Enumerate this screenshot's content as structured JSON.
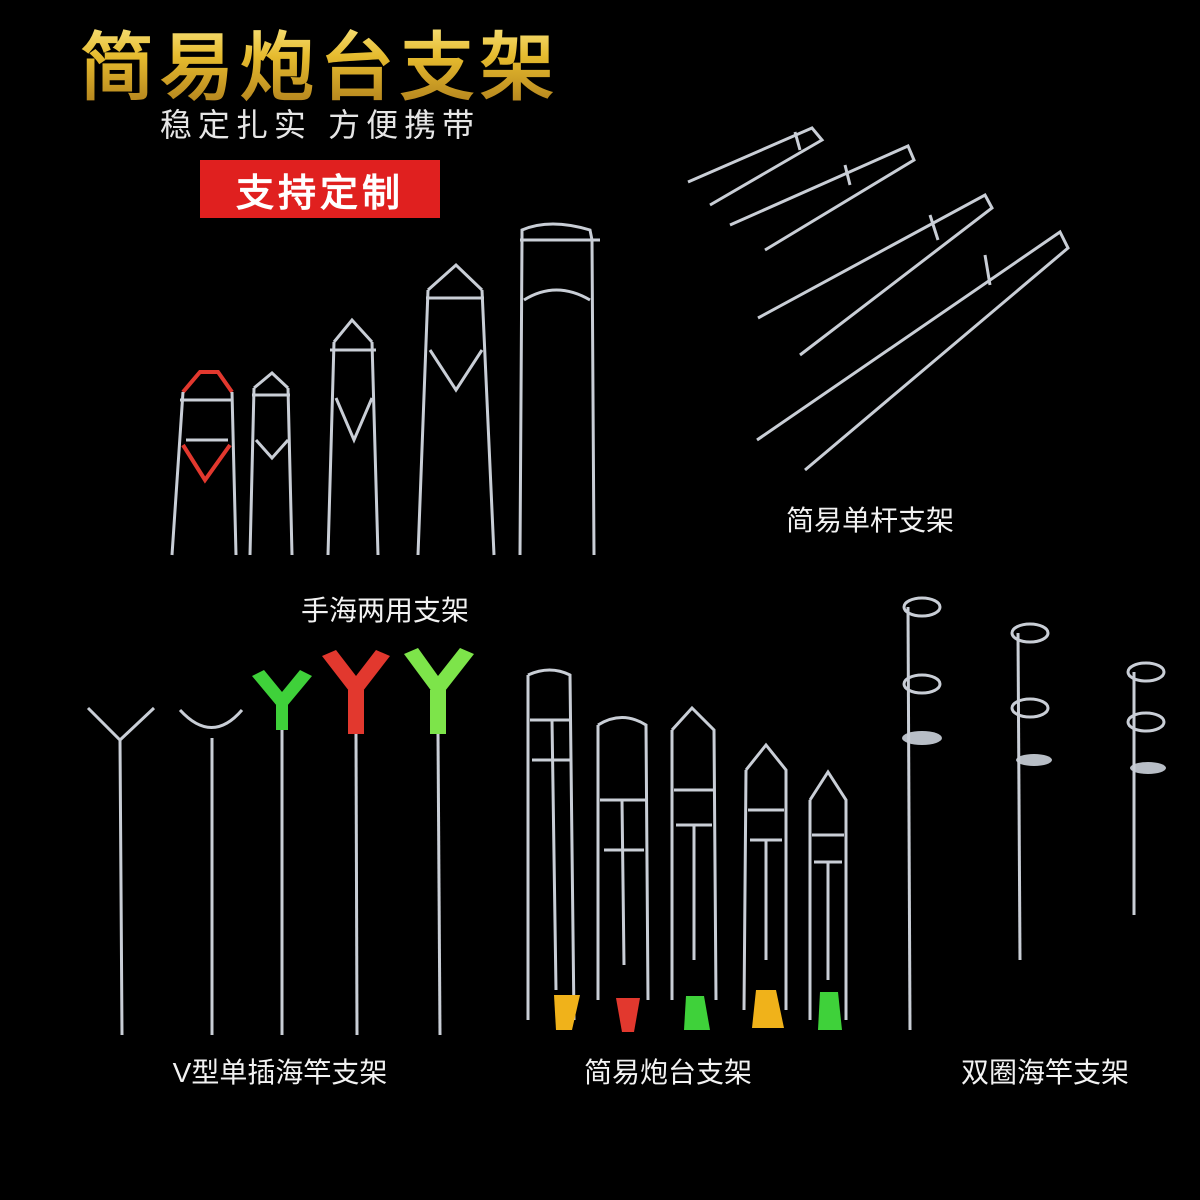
{
  "header": {
    "title": "简易炮台支架",
    "subtitle": "稳定扎实 方便携带",
    "badge": "支持定制"
  },
  "captions": {
    "group_a": "手海两用支架",
    "group_b": "简易单杆支架",
    "group_c": "V型单插海竿支架",
    "group_d": "简易炮台支架",
    "group_e": "双圈海竿支架"
  },
  "colors": {
    "background": "#000000",
    "title_gold": "#e6bb2e",
    "badge_red": "#e0201f",
    "wire_silver": "#c9ced6",
    "accent_red": "#e2382e",
    "accent_green": "#3fd13a",
    "accent_yellow": "#f0b21a"
  }
}
